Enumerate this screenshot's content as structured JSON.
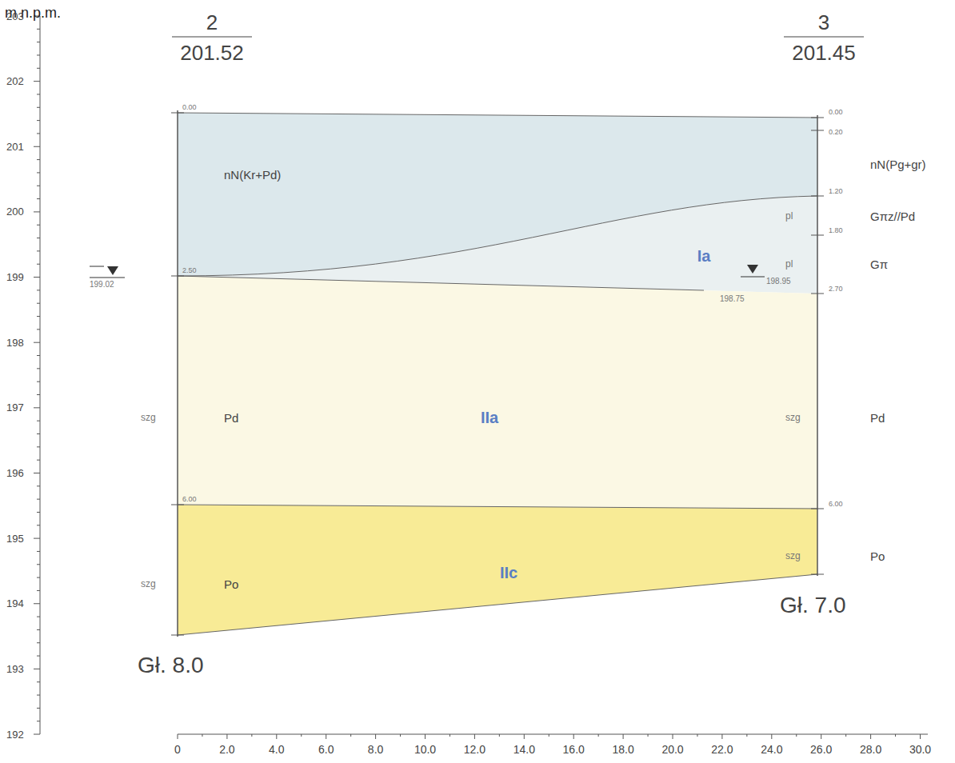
{
  "diagram": {
    "nodes": [
      {
        "text": [
          "Ia"
        ]
      },
      {
        "text": [
          "IIa"
        ]
      },
      {
        "text": [
          "IIc"
        ]
      }
    ],
    "labels": [
      "m n.p.m.",
      "2",
      "201.52",
      "3",
      "201.45",
      "203",
      "202",
      "201",
      "200",
      "199",
      "198",
      "197",
      "196",
      "195",
      "194",
      "193",
      "192",
      "0.00",
      "2.50",
      "6.00",
      "0.00",
      "0.20",
      "1.20",
      "1.80",
      "2.70",
      "6.00",
      "nN(Kr+Pd)",
      "nN(Pg+gr)",
      "Gπz//Pd",
      "Gπ",
      "pl",
      "pl",
      "szg",
      "Pd",
      "szg",
      "Pd",
      "szg",
      "Po",
      "szg",
      "Po",
      "199.02",
      "198.95",
      "198.75",
      "Gł. 8.0",
      "Gł. 7.0",
      "0",
      "2.0",
      "4.0",
      "6.0",
      "8.0",
      "10.0",
      "12.0",
      "14.0",
      "16.0",
      "18.0",
      "20.0",
      "22.0",
      "24.0",
      "26.0",
      "28.0",
      "30.0"
    ]
  }
}
